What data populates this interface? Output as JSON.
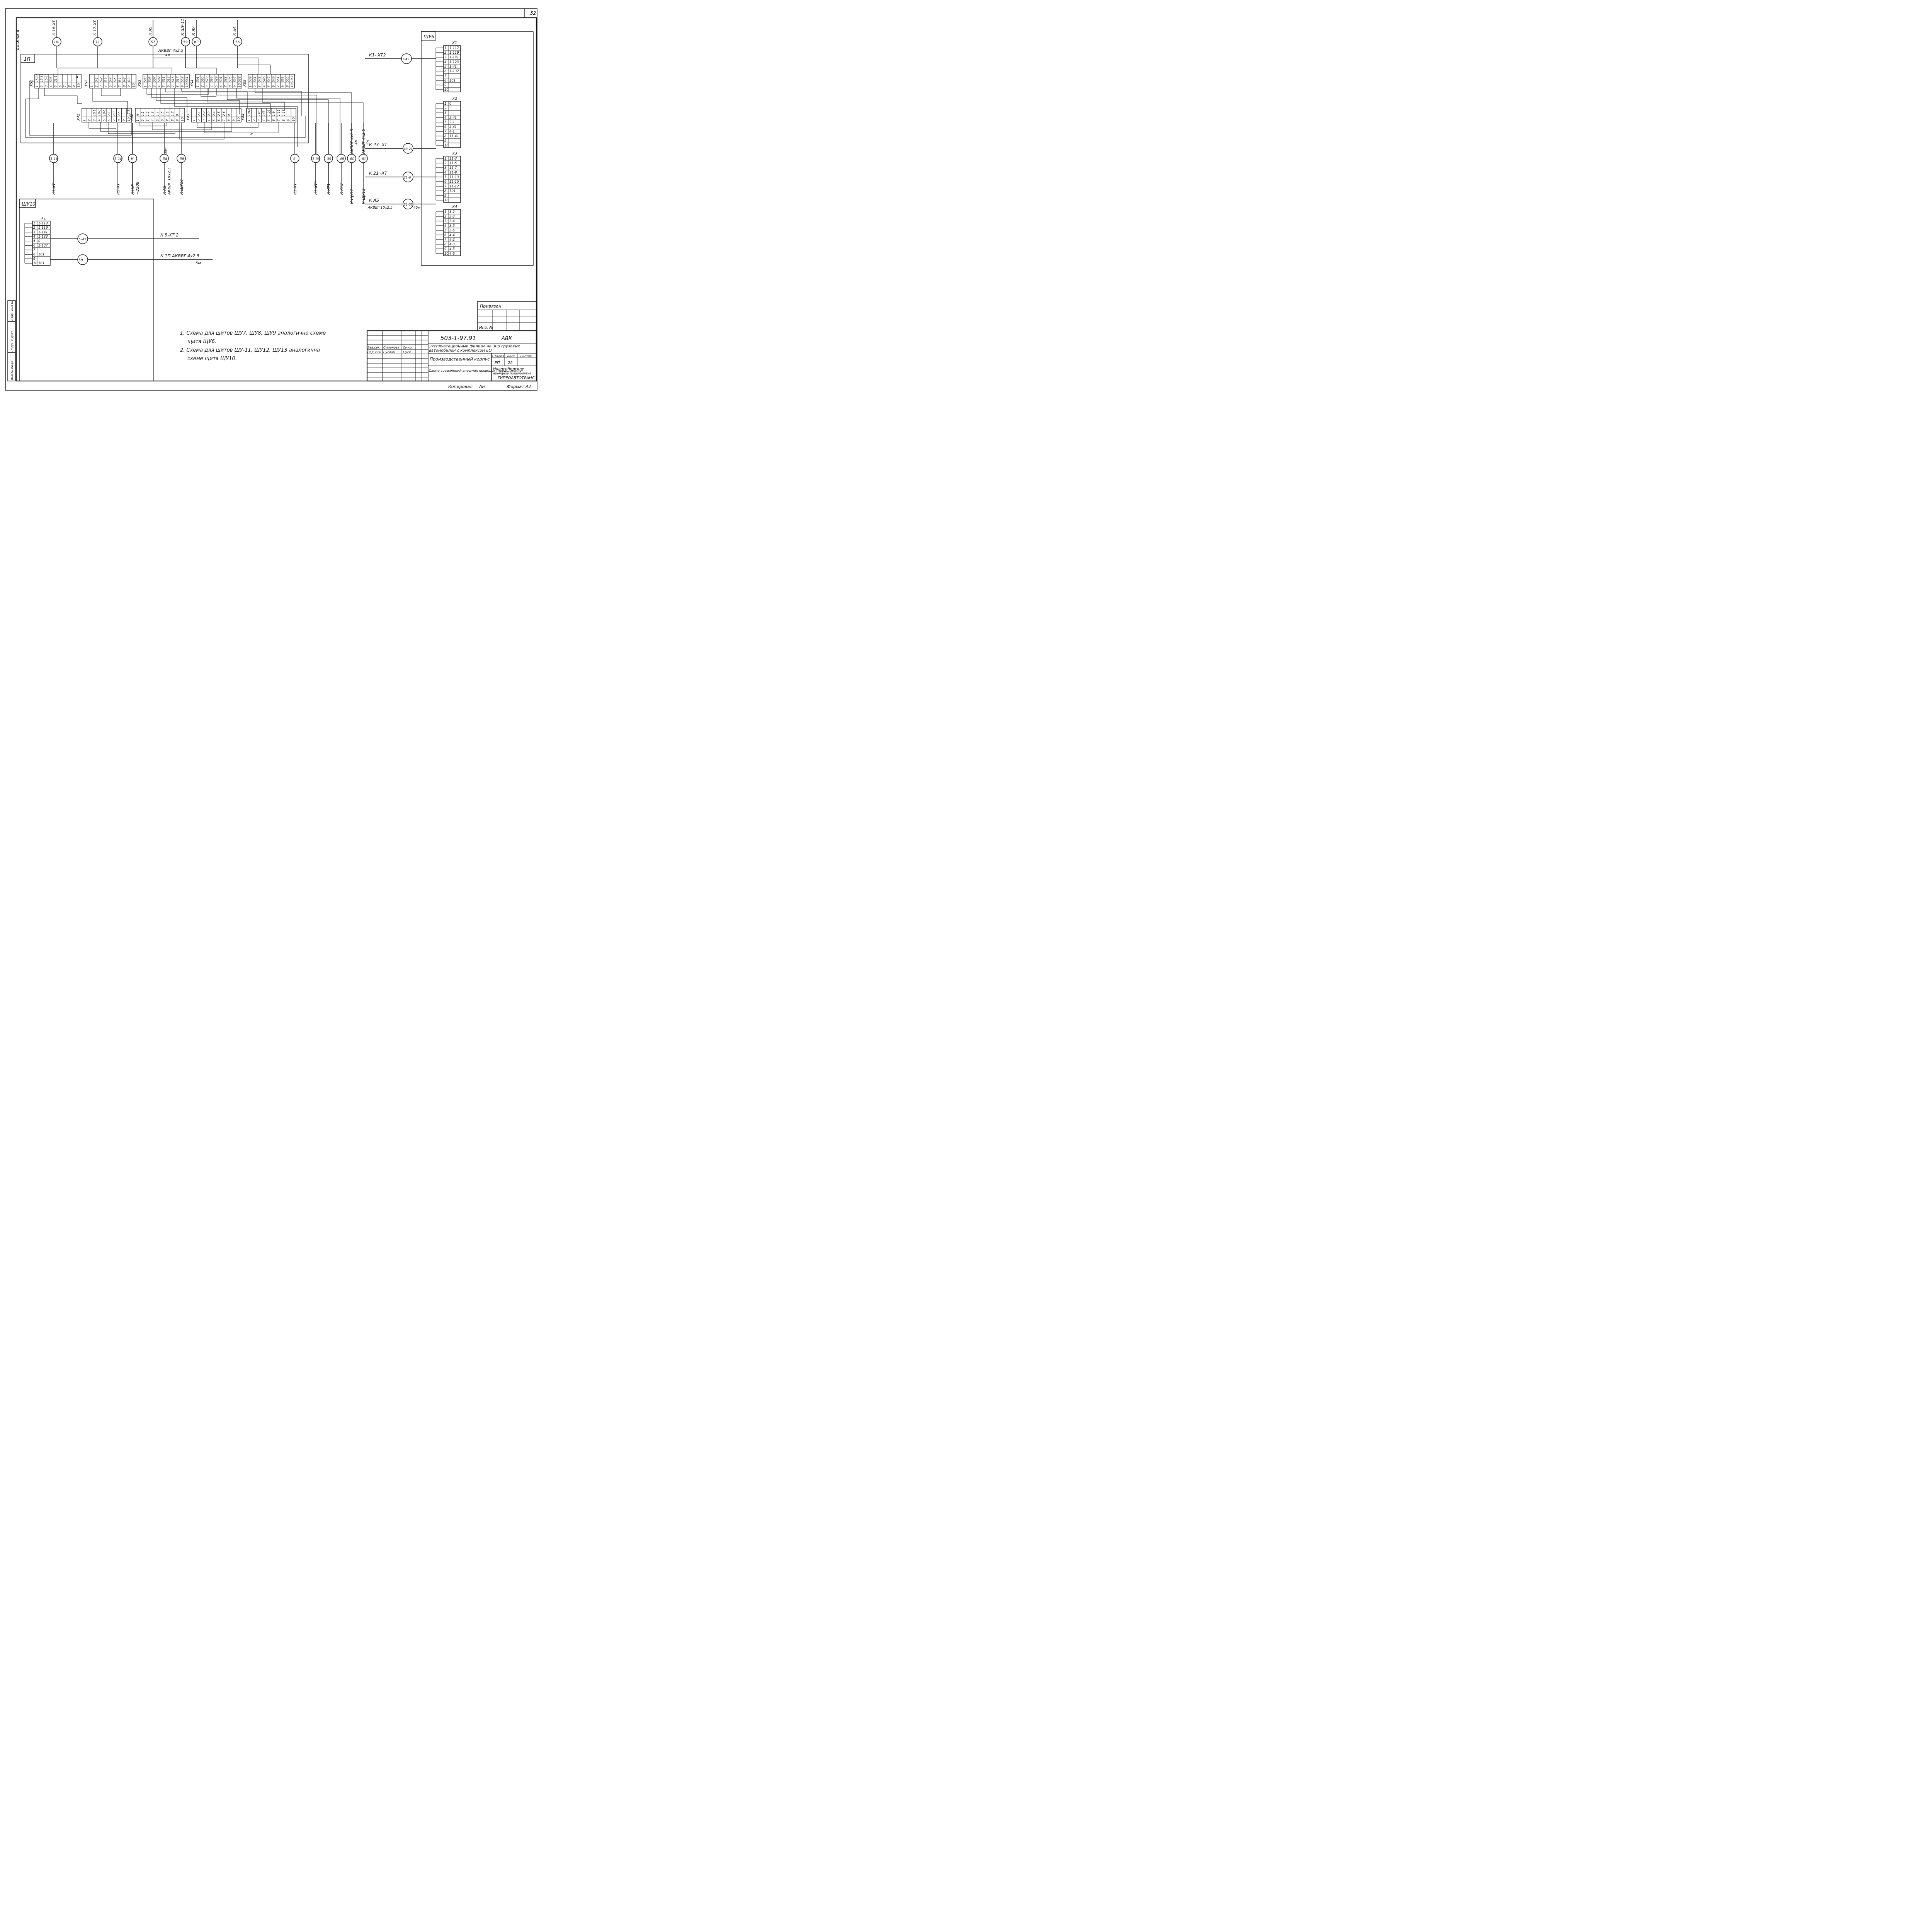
{
  "sheet_number": "52",
  "album_label": "Альбом 4",
  "panel_1p": {
    "label": "1П",
    "blocks": [
      {
        "name": "XS1",
        "cells": [
          "15-35",
          "15-31",
          "15-35",
          "535",
          "21-1",
          "",
          "",
          "",
          "",
          ""
        ],
        "nums": [
          "1",
          "2",
          "3",
          "4",
          "5",
          "6",
          "7",
          "8",
          "9",
          "10"
        ]
      },
      {
        "name": "XS2",
        "cells": [
          "",
          "5-1",
          "5-2",
          "5-3",
          "5-4",
          "5-5",
          "6-1",
          "6-2",
          "6-3",
          ""
        ],
        "nums": [
          "1",
          "2",
          "3",
          "4",
          "5",
          "6",
          "7",
          "8",
          "9",
          "10"
        ]
      },
      {
        "name": "XS3",
        "cells": [
          "503",
          "505",
          "507",
          "509",
          "511",
          "513",
          "515",
          "517",
          "559",
          "561"
        ],
        "nums": [
          "1",
          "2",
          "3",
          "4",
          "5",
          "6",
          "7",
          "8",
          "9",
          "10"
        ]
      },
      {
        "name": "XS4",
        "cells": [
          "501",
          "565",
          "573",
          "536",
          "529",
          "531",
          "533",
          "535",
          "537",
          "538"
        ],
        "nums": [
          "1",
          "2",
          "3",
          "4",
          "5",
          "6",
          "7",
          "8",
          "9",
          "10"
        ]
      },
      {
        "name": "XS5",
        "cells": [
          "539",
          "541",
          "543",
          "545",
          "547",
          "549",
          "551",
          "553",
          "555",
          "10.3"
        ],
        "nums": [
          "1",
          "2",
          "3",
          "4",
          "5",
          "6",
          "7",
          "8",
          "9",
          "10"
        ]
      },
      {
        "name": "X41",
        "cells": [
          "",
          "",
          "10.1",
          "10-3",
          "10-5",
          "7-1",
          "7-3",
          "7-5",
          "",
          "11.5"
        ],
        "nums": [
          "1",
          "2",
          "3",
          "4",
          "5",
          "6",
          "7",
          "8",
          "9",
          "10"
        ]
      },
      {
        "name": "X42",
        "cells": [
          "A",
          "1.1",
          "1.2",
          "1.3",
          "1.4",
          "1.5",
          "1.6",
          "1.7",
          "0",
          ""
        ],
        "nums": [
          "1",
          "2",
          "3",
          "4",
          "5",
          "6",
          "7",
          "8",
          "9",
          "10"
        ]
      },
      {
        "name": "X43",
        "cells": [
          "",
          "2-1",
          "2-2",
          "2-3",
          "2-4",
          "2-5",
          "2-6",
          "0",
          "",
          ""
        ],
        "nums": [
          "1",
          "2",
          "3",
          "4",
          "5",
          "6",
          "7",
          "8",
          "9",
          "10"
        ]
      },
      {
        "name": "X44",
        "cells": [
          "101a",
          "",
          "143",
          "145",
          "1-21",
          "1-9",
          "1-11",
          "1-15",
          "",
          ""
        ],
        "nums": [
          "1",
          "2",
          "3",
          "4",
          "5",
          "6",
          "7",
          "8",
          "9",
          "10"
        ]
      }
    ],
    "top_connections": [
      {
        "circle": "16-3",
        "label": "К 16-ХТ"
      },
      {
        "circle": "11",
        "label": "К 17-ХТ"
      },
      {
        "circle": "57",
        "label": "К АS"
      },
      {
        "circle": "59",
        "label": "К ЩУ-11"
      },
      {
        "circle": "К3",
        "label": "К ЯУ"
      },
      {
        "circle": "56",
        "label": "К АS"
      }
    ],
    "cable_top": "АКВВГ 4х2.5",
    "cable_top_len": "4м",
    "bottom_connections": [
      {
        "circle": "3-18",
        "label": "К3-ХТ"
      },
      {
        "circle": "5-18",
        "label": "К5-ХТ"
      },
      {
        "circle": "Н",
        "label": "К ШР",
        "label2": "~220В"
      },
      {
        "circle": "54",
        "label": "К АS",
        "label2": "АКВВГ 19х2.5",
        "label3": "38м"
      },
      {
        "circle": "58",
        "label": "К ЩУ10"
      },
      {
        "circle": "6",
        "label": "К1-ХТ"
      },
      {
        "circle": "1-35",
        "label": "К1-ХТ1"
      },
      {
        "circle": "39",
        "label": "К ХТ1"
      },
      {
        "circle": "48",
        "label": "К ХТ3"
      },
      {
        "circle": "60",
        "label": "К ЩУ12",
        "label2": "АКВВГ 4х2.5",
        "label3": "4м"
      },
      {
        "circle": "61",
        "label": "К ЩУ13",
        "label2": "АКВВГ 4х2.5",
        "label3": "4м"
      }
    ],
    "marker_a": "а"
  },
  "panel_shu6": {
    "label": "ЩУ6",
    "blocks": [
      {
        "name": "X1",
        "nums": [
          "1",
          "2",
          "3",
          "4",
          "5",
          "6",
          "7",
          "8",
          "9",
          "10"
        ],
        "cells": [
          "1-117",
          "1-119",
          "1-141",
          "1-123",
          "1-41",
          "1-137",
          "",
          "101",
          "",
          ""
        ]
      },
      {
        "name": "X2",
        "nums": [
          "1",
          "2",
          "3",
          "4",
          "5",
          "6",
          "7",
          "8",
          "9",
          "10"
        ],
        "cells": [
          "0",
          "",
          "",
          "3-41",
          "3-1",
          "4-41",
          "4-1",
          "11-41",
          "",
          ""
        ]
      },
      {
        "name": "X3",
        "nums": [
          "1",
          "2",
          "3",
          "4",
          "5",
          "6",
          "7",
          "8",
          "9",
          "10"
        ],
        "cells": [
          "11-3",
          "11-5",
          "11-7",
          "11-9",
          "11-13",
          "11-15",
          "11-17",
          "501",
          "",
          ""
        ]
      },
      {
        "name": "X4",
        "nums": [
          "1",
          "2",
          "3",
          "4",
          "5",
          "6",
          "7",
          "8",
          "9",
          "10"
        ],
        "cells": [
          "3-2",
          "3-3",
          "3-4",
          "3-5",
          "3-6",
          "4-4",
          "4-2",
          "4-3",
          "4-5",
          "4-6"
        ]
      }
    ],
    "connections": [
      {
        "circle": "1-45",
        "label": "К1- ХТ2"
      },
      {
        "circle": "43-21",
        "label": "К 43- ХТ"
      },
      {
        "circle": "21-6",
        "label": "К 21 -ХТ"
      },
      {
        "circle": "21-55",
        "label": "К АS",
        "label2": "АКВВГ 10х2.5",
        "label3": "45м"
      }
    ]
  },
  "panel_shu10": {
    "label": "ЩУ10",
    "block": {
      "name": "X1",
      "nums": [
        "1",
        "2",
        "3",
        "4",
        "5",
        "6",
        "7",
        "8",
        "9",
        "10"
      ],
      "cells": [
        "1-119",
        "1-119",
        "1-141",
        "1-123",
        "0",
        "1-137",
        "",
        "101",
        "",
        "501"
      ]
    },
    "connections": [
      {
        "circle": "5-45",
        "label": "К 5-ХТ 2"
      },
      {
        "circle": "58",
        "label": "К 1П  АКВВГ 4х2.5",
        "label2": "5м"
      }
    ]
  },
  "notes": [
    "1. Схема для щитов ЩУ7, ЩУ8, ЩУ9 аналогично схеме",
    "щита ЩУ6.",
    "2. Схема для щитов ЩУ-11, ЩУ12, ЩУ13 аналогична",
    "схеме щита ЩУ10."
  ],
  "title_block": {
    "privyazan": "Привязан",
    "inv_no": "Инв. №",
    "doc_code": "503-1-97.91",
    "section": "АВК",
    "project_title_1": "Эксплуатационный филиал на 300 грузовых",
    "project_title_2": "автомобилей с комплексом ЕО",
    "roles": [
      {
        "role": "Зав.сек.",
        "name": "Смирнова",
        "sign": "Смир."
      },
      {
        "role": "Вед.инж.",
        "name": "Суслов",
        "sign": "Сусл."
      }
    ],
    "building": "Производственный корпус",
    "stage_hdr": "Стадия",
    "sheet_hdr": "Лист",
    "sheets_hdr": "Листов",
    "stage": "РП",
    "sheet": "22",
    "drawing_title": "Схема соединений внешних проводок (продолжение)",
    "org_1": "Новосибирское",
    "org_2": "арендное предприятие",
    "org_3": "ГИПРОАВТОТРАНС",
    "copied_label": "Копировал",
    "copied_sign": "Ан",
    "format": "Формат А2"
  },
  "side_stamp": [
    "Инв.№ подл.",
    "Подп. и дата",
    "Взам. инв.№"
  ]
}
